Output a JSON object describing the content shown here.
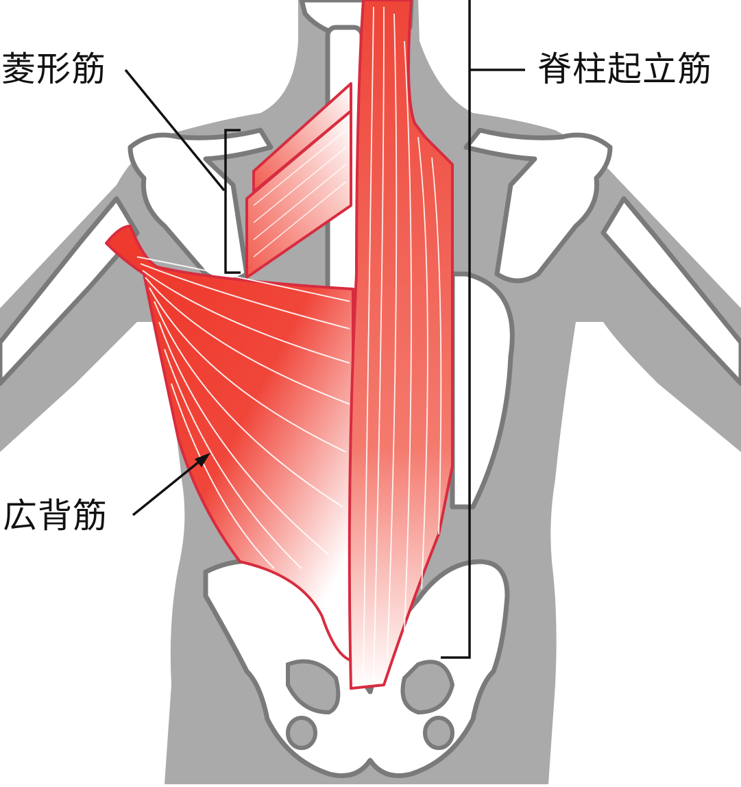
{
  "diagram": {
    "title": "",
    "subject": "back muscles (posterior view)",
    "labels": [
      {
        "id": "rhomboid",
        "text": "菱形筋",
        "pointer": "line-to-bracket"
      },
      {
        "id": "erector_spinae",
        "text": "脊柱起立筋",
        "pointer": "bracket"
      },
      {
        "id": "latissimus_dorsi",
        "text": "広背筋",
        "pointer": "arrow"
      }
    ]
  },
  "colors": {
    "background": "#ffffff",
    "body_silhouette": "#aaaaaa",
    "bone_fill": "#ffffff",
    "bone_outline": "#7a7a7a",
    "muscle_fill": "#ee3b2e",
    "muscle_outline": "#d72c3f",
    "muscle_fiber": "#ffffff",
    "label_text": "#111111",
    "leader_line": "#111111"
  }
}
